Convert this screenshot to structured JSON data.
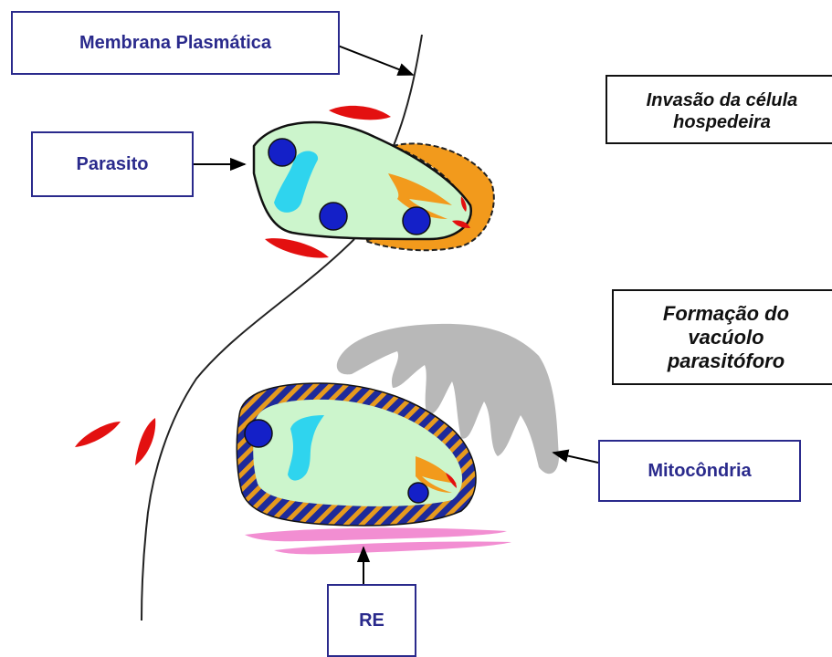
{
  "labels": {
    "membrana": "Membrana Plasmática",
    "parasito": "Parasito",
    "mitocondria": "Mitocôndria",
    "re": "RE"
  },
  "notes": {
    "invasao": [
      "Invasão da célula",
      "hospedeira"
    ],
    "formacao": [
      "Formação do",
      "vacúolo",
      "parasitóforo"
    ]
  },
  "colors": {
    "label_blue": "#2a2a8c",
    "parasite_body": "#ccf5cc",
    "parasite_inner": "#2fd4ee",
    "nucleus": "#1420c8",
    "rhoptry": "#f29a1c",
    "host_red": "#e31010",
    "mitochondria": "#b8b8b8",
    "er": "#f28ed2",
    "vacuole_stripe_a": "#1e2a9a",
    "vacuole_stripe_b": "#e69a1e"
  }
}
